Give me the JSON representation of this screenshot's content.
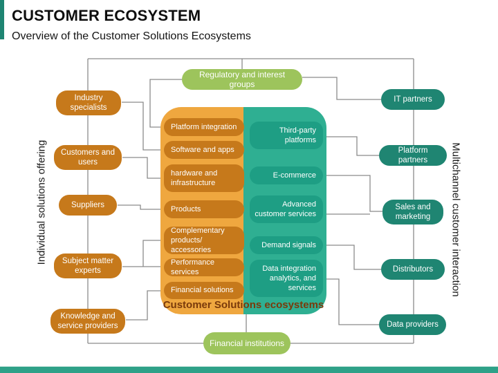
{
  "header": {
    "title": "CUSTOMER ECOSYSTEM",
    "subtitle": "Overview of the Customer Solutions Ecosystems"
  },
  "side_labels": {
    "left": "Individual solutions offering",
    "right": "Multichannel customer interaction"
  },
  "diagram": {
    "top_pill": "Regulatory and interest groups",
    "bottom_pill": "Financial institutions",
    "center_caption": "Customer Solutions ecosystems",
    "left_pills": [
      "Industry specialists",
      "Customers and users",
      "Suppliers",
      "Subject matter experts",
      "Knowledge and service providers"
    ],
    "right_pills": [
      "IT partners",
      "Platform partners",
      "Sales and marketing",
      "Distributors",
      "Data providers"
    ],
    "center_left_pills": [
      "Platform integration",
      "Software and apps",
      "hardware and infrastructure",
      "Products",
      "Complementary products/ accessories",
      "Performance services",
      "Financial solutions"
    ],
    "center_right_pills": [
      "Third-party platforms",
      "E-commerce",
      "Advanced customer services",
      "Demand signals",
      "Data integration analytics, and services"
    ]
  },
  "colors": {
    "orange_dark": "#c6791b",
    "orange_light": "#efa73f",
    "teal_light": "#2faf92",
    "teal_medium": "#1e9e84",
    "teal_dark": "#1f8572",
    "green": "#9dc45c",
    "caption_text": "#7a3a0b",
    "connector_line": "#8a8a8a",
    "bottom_bar": "#2ea188"
  }
}
